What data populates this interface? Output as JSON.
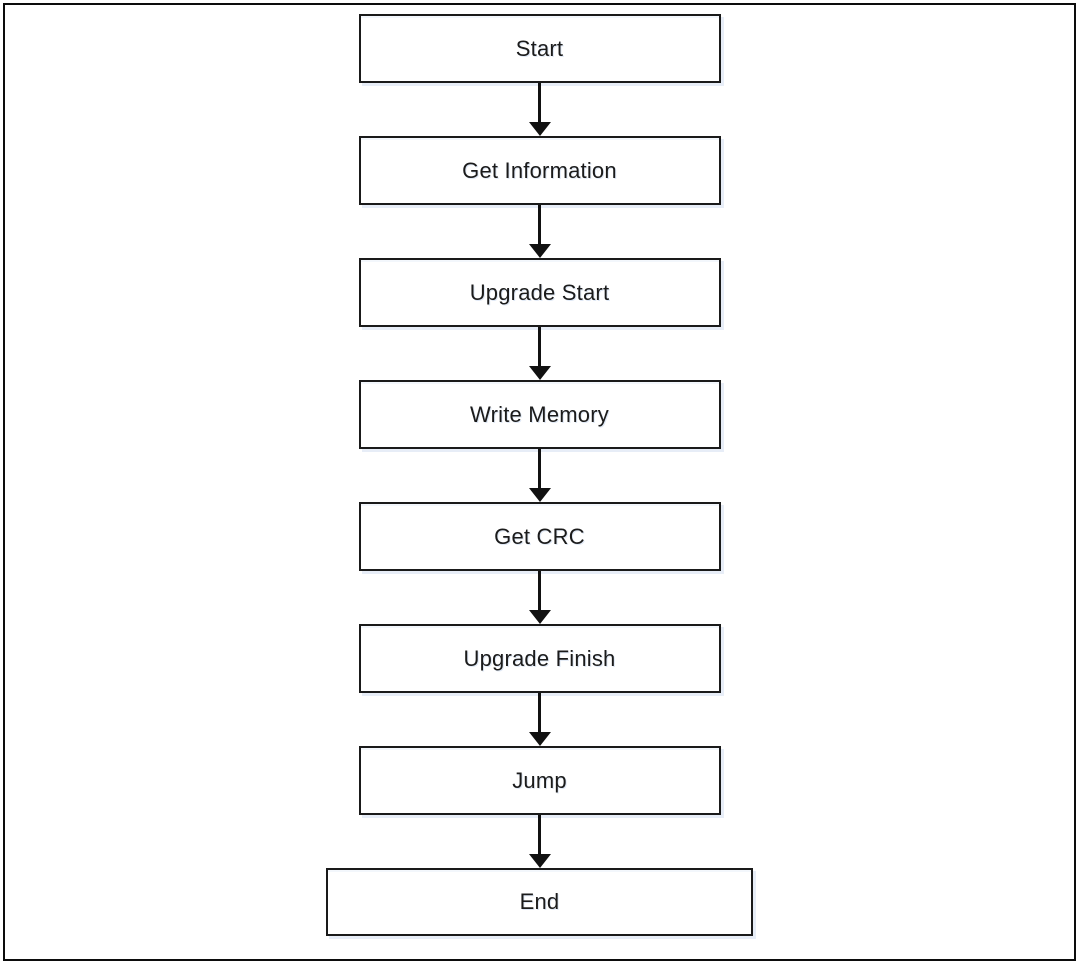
{
  "diagram": {
    "type": "flowchart",
    "direction": "top-down",
    "nodes": [
      {
        "id": "start",
        "label": "Start",
        "shape": "rectangle"
      },
      {
        "id": "get-information",
        "label": "Get Information",
        "shape": "rectangle"
      },
      {
        "id": "upgrade-start",
        "label": "Upgrade Start",
        "shape": "rectangle"
      },
      {
        "id": "write-memory",
        "label": "Write Memory",
        "shape": "rectangle"
      },
      {
        "id": "get-crc",
        "label": "Get CRC",
        "shape": "rectangle"
      },
      {
        "id": "upgrade-finish",
        "label": "Upgrade Finish",
        "shape": "rectangle"
      },
      {
        "id": "jump",
        "label": "Jump",
        "shape": "rectangle"
      },
      {
        "id": "end",
        "label": "End",
        "shape": "rectangle-wide"
      }
    ],
    "edges": [
      {
        "from": "start",
        "to": "get-information",
        "style": "arrow-down"
      },
      {
        "from": "get-information",
        "to": "upgrade-start",
        "style": "arrow-down"
      },
      {
        "from": "upgrade-start",
        "to": "write-memory",
        "style": "arrow-down"
      },
      {
        "from": "write-memory",
        "to": "get-crc",
        "style": "arrow-down"
      },
      {
        "from": "get-crc",
        "to": "upgrade-finish",
        "style": "arrow-down"
      },
      {
        "from": "upgrade-finish",
        "to": "jump",
        "style": "arrow-down"
      },
      {
        "from": "jump",
        "to": "end",
        "style": "arrow-down"
      }
    ],
    "colors": {
      "box_fill": "#ffffff",
      "box_border": "#1a1a1a",
      "arrow": "#111111",
      "frame_border": "#0c0c0c",
      "shadow": "#e7edf7",
      "text": "#1b1b1b"
    }
  }
}
